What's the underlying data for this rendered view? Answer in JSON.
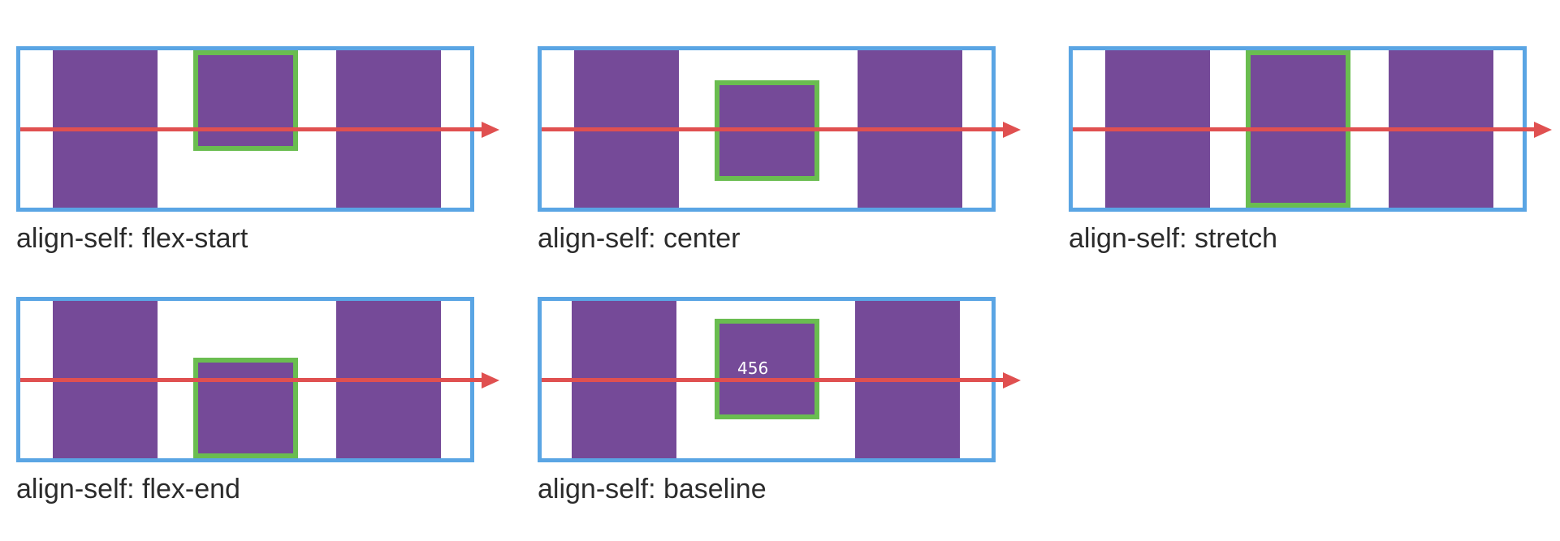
{
  "colors": {
    "container_border": "#5aa5e4",
    "item_fill": "#754a98",
    "highlight_border": "#6abd50",
    "axis_arrow": "#e05050",
    "caption_text": "#2b2b2b"
  },
  "panels": [
    {
      "caption": "align-self: flex-start"
    },
    {
      "caption": "align-self: center"
    },
    {
      "caption": "align-self: stretch"
    },
    {
      "caption": "align-self: flex-end"
    },
    {
      "caption": "align-self: baseline",
      "item_text": "456"
    }
  ]
}
